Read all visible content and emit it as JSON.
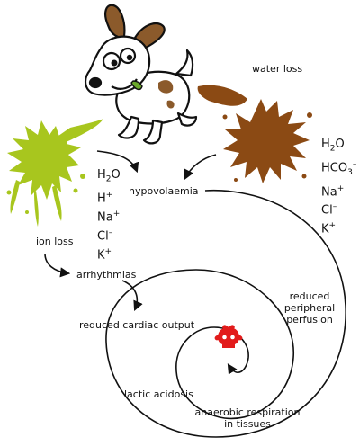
{
  "labels": {
    "water_loss": "water loss",
    "hypovolaemia": "hypovolaemia",
    "ion_loss": "ion loss",
    "arrhythmias": "arrhythmias",
    "reduced_cardiac_output": "reduced cardiac output",
    "reduced_peripheral_perfusion": [
      "reduced",
      "peripheral",
      "perfusion"
    ],
    "lactic_acidosis": "lactic acidosis",
    "anaerobic_respiration": [
      "anaerobic respiration",
      "in tissues"
    ]
  },
  "vomit_ions": [
    {
      "base": "H",
      "sub": "2",
      "tail": "O",
      "sup": ""
    },
    {
      "base": "H",
      "sub": "",
      "tail": "",
      "sup": "+"
    },
    {
      "base": "Na",
      "sub": "",
      "tail": "",
      "sup": "+"
    },
    {
      "base": "Cl",
      "sub": "",
      "tail": "",
      "sup": "–"
    },
    {
      "base": "K",
      "sub": "",
      "tail": "",
      "sup": "+"
    }
  ],
  "diarrhoea_ions": [
    {
      "base": "H",
      "sub": "2",
      "tail": "O",
      "sup": ""
    },
    {
      "base": "HCO",
      "sub": "3",
      "tail": "",
      "sup": "–"
    },
    {
      "base": "Na",
      "sub": "",
      "tail": "",
      "sup": "+"
    },
    {
      "base": "Cl",
      "sub": "",
      "tail": "",
      "sup": "–"
    },
    {
      "base": "K",
      "sub": "",
      "tail": "",
      "sup": "+"
    }
  ],
  "icons": {
    "dog": "cartoon-dog-icon",
    "vomit": "green-vomit-splash-icon",
    "diarrhoea": "brown-diarrhoea-splash-icon",
    "death": "skull-crossbones-icon"
  },
  "colors": {
    "vomit": "#a8c61e",
    "diarrhoea": "#8b4a14",
    "skull": "#e21b1b",
    "arrows": "#111111",
    "dog_spots": "#8b5a2b"
  }
}
